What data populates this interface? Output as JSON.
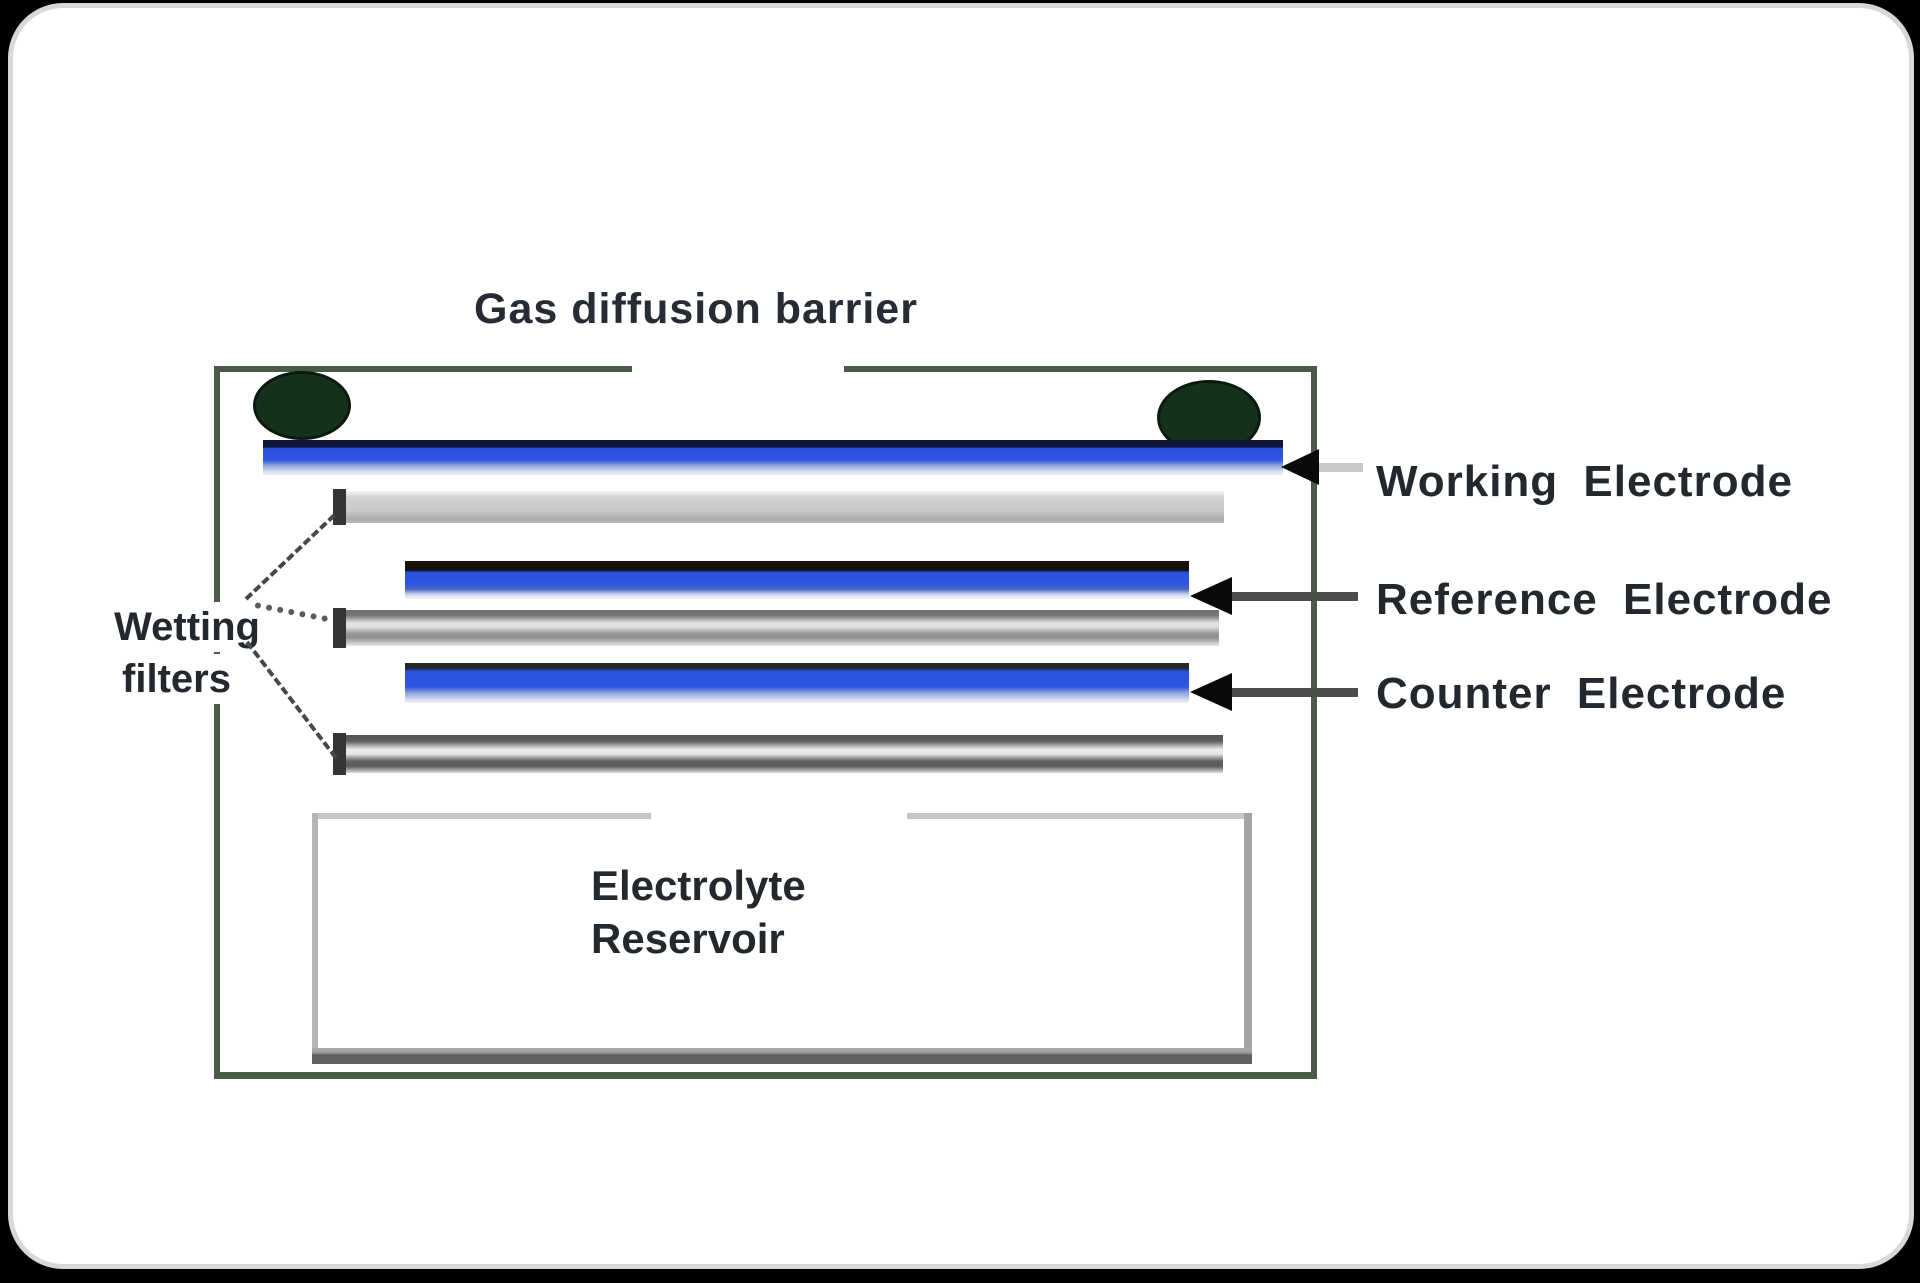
{
  "diagram": {
    "title": "Gas diffusion barrier",
    "electrode_labels": {
      "working": "Working Electrode",
      "reference": "Reference Electrode",
      "counter": "Counter Electrode"
    },
    "wetting_filters_label": {
      "line1": "Wetting",
      "line2": "filters"
    },
    "electrolyte_reservoir_label": {
      "line1": "Electrolyte",
      "line2": "Reservoir"
    },
    "colors": {
      "electrode_blue": "#2b51dd",
      "seal_dark_green": "#16311b",
      "housing_border_green": "#4a5c47",
      "filter_gray": "#c9c9c9",
      "arrow_black": "#0a0a0a",
      "arrow_line_dark": "#4d4d4d",
      "arrow_line_light": "#c9c9c9",
      "text_dark": "#23282f",
      "card_background": "#ffffff",
      "page_background": "#000000"
    }
  }
}
